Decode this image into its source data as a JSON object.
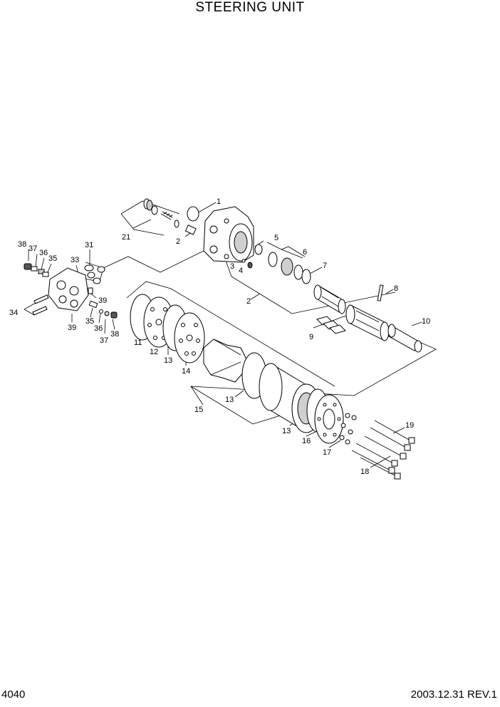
{
  "title": "STEERING UNIT",
  "page_number": "4040",
  "revision": "2003.12.31  REV.1",
  "callouts": [
    {
      "id": "c1",
      "text": "1"
    },
    {
      "id": "c21",
      "text": "21"
    },
    {
      "id": "c2a",
      "text": "2"
    },
    {
      "id": "c5",
      "text": "5"
    },
    {
      "id": "c6",
      "text": "6"
    },
    {
      "id": "c3",
      "text": "3"
    },
    {
      "id": "c4",
      "text": "4"
    },
    {
      "id": "c7",
      "text": "7"
    },
    {
      "id": "c8",
      "text": "8"
    },
    {
      "id": "c2b",
      "text": "2"
    },
    {
      "id": "c10",
      "text": "10"
    },
    {
      "id": "c9",
      "text": "9"
    },
    {
      "id": "c38a",
      "text": "38"
    },
    {
      "id": "c37a",
      "text": "37"
    },
    {
      "id": "c36a",
      "text": "36"
    },
    {
      "id": "c35a",
      "text": "35"
    },
    {
      "id": "c31",
      "text": "31"
    },
    {
      "id": "c33",
      "text": "33"
    },
    {
      "id": "c39a",
      "text": "39"
    },
    {
      "id": "c34",
      "text": "34"
    },
    {
      "id": "c35b",
      "text": "35"
    },
    {
      "id": "c36b",
      "text": "36"
    },
    {
      "id": "c37b",
      "text": "37"
    },
    {
      "id": "c38b",
      "text": "38"
    },
    {
      "id": "c39b",
      "text": "39"
    },
    {
      "id": "c11",
      "text": "11"
    },
    {
      "id": "c12",
      "text": "12"
    },
    {
      "id": "c13a",
      "text": "13"
    },
    {
      "id": "c14",
      "text": "14"
    },
    {
      "id": "c13b",
      "text": "13"
    },
    {
      "id": "c15",
      "text": "15"
    },
    {
      "id": "c13c",
      "text": "13"
    },
    {
      "id": "c16",
      "text": "16"
    },
    {
      "id": "c17",
      "text": "17"
    },
    {
      "id": "c19",
      "text": "19"
    },
    {
      "id": "c18",
      "text": "18"
    }
  ]
}
